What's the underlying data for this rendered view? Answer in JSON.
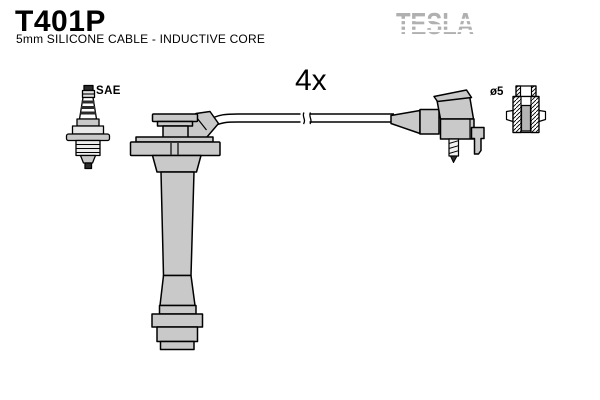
{
  "header": {
    "part_number": "T401P",
    "subtitle": "5mm SILICONE CABLE - INDUCTIVE CORE",
    "brand": "TESLA"
  },
  "annotations": {
    "sae_standard": "SAE",
    "quantity": "4x",
    "terminal_diameter": "ø5"
  },
  "colors": {
    "background": "#ffffff",
    "part_fill": "#c9c9c9",
    "outline": "#000000",
    "brand_gray": "#b0b0b0",
    "rod_gray": "#b5b5b5"
  }
}
